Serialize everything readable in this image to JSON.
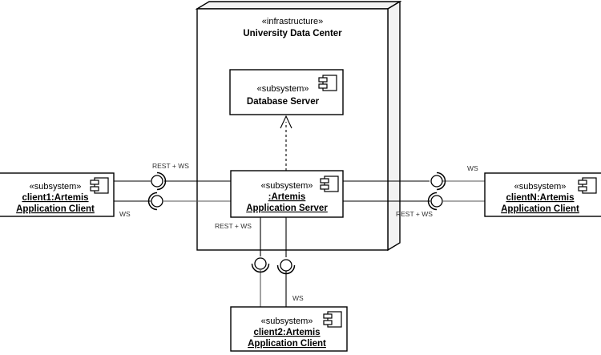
{
  "diagram": {
    "type": "uml-component-deployment-diagram",
    "title_visible": false
  },
  "node": {
    "stereotype": "«infrastructure»",
    "name": "University Data Center",
    "icon": "node-3d-box"
  },
  "components": {
    "database_server": {
      "stereotype": "«subsystem»",
      "name": "Database Server",
      "underlined": false,
      "icon": "component-icon"
    },
    "application_server": {
      "stereotype": "«subsystem»",
      "name_line1": ":Artemis",
      "name_line2": "Application Server",
      "underlined": true,
      "icon": "component-icon"
    },
    "client1": {
      "stereotype": "«subsystem»",
      "name_line1": "client1:Artemis",
      "name_line2": "Application Client",
      "underlined": true,
      "icon": "component-icon"
    },
    "client2": {
      "stereotype": "«subsystem»",
      "name_line1": "client2:Artemis",
      "name_line2": "Application Client",
      "underlined": true,
      "icon": "component-icon"
    },
    "clientN": {
      "stereotype": "«subsystem»",
      "name_line1": "clientN:Artemis",
      "name_line2": "Application Client",
      "underlined": true,
      "icon": "component-icon"
    }
  },
  "connector_labels": {
    "left_rest_ws": "REST + WS",
    "left_ws": "WS",
    "right_ws": "WS",
    "right_rest_ws": "REST + WS",
    "bottom_rest_ws": "REST + WS",
    "bottom_ws": "WS"
  },
  "relationships": {
    "db_dependency": "dashed-open-arrow-dependency"
  },
  "colors": {
    "stroke": "#000000",
    "node_fill": "#f2f2f2",
    "component_fill": "#ffffff",
    "label_text": "#333333",
    "gray_line": "#555555"
  }
}
